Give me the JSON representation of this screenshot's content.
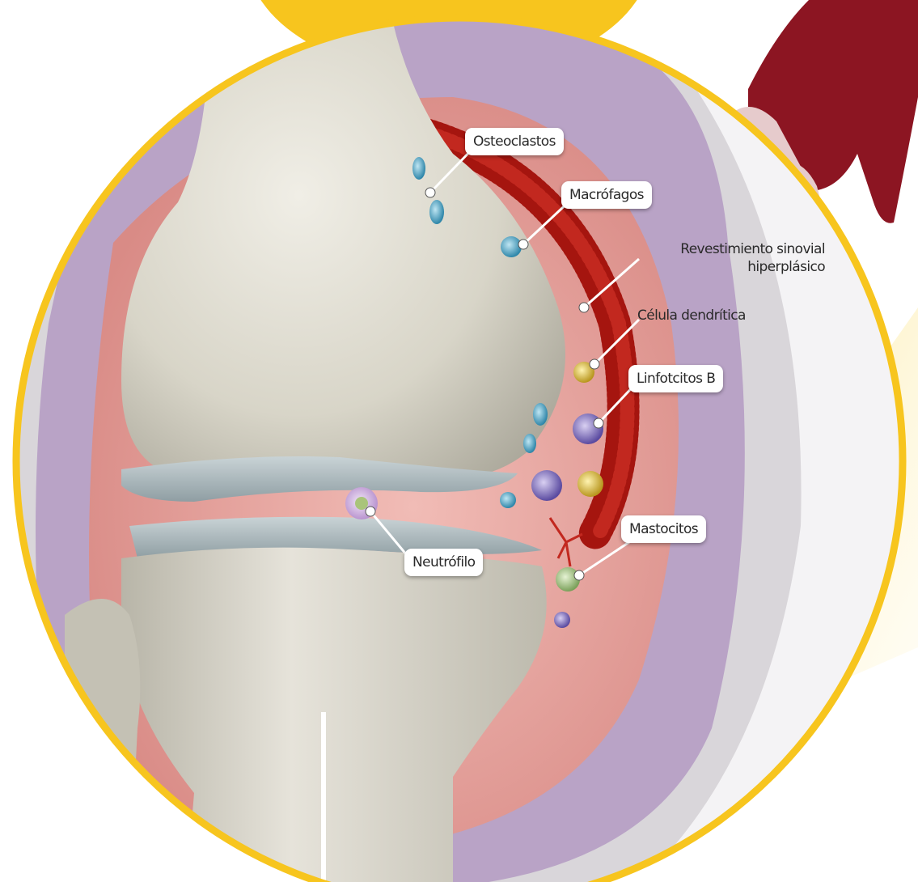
{
  "labels": {
    "osteoclastos": "Osteoclastos",
    "macrofagos": "Macrófagos",
    "revestimiento_line1": "Revestimiento sinovial",
    "revestimiento_line2": "hiperplásico",
    "celula_dendritica": "Célula dendrítica",
    "linfocitos_b": "Linfotcitos B",
    "mastocitos": "Mastocitos",
    "neutrofilo": "Neutrófilo"
  },
  "colors": {
    "frame": "#f7c51e",
    "hand": "#8c1522",
    "bone": "#dcd9cc",
    "synovium": "#e8a9a4",
    "capsule": "#b9a3c6",
    "inflamed_lining": "#a5150f"
  }
}
